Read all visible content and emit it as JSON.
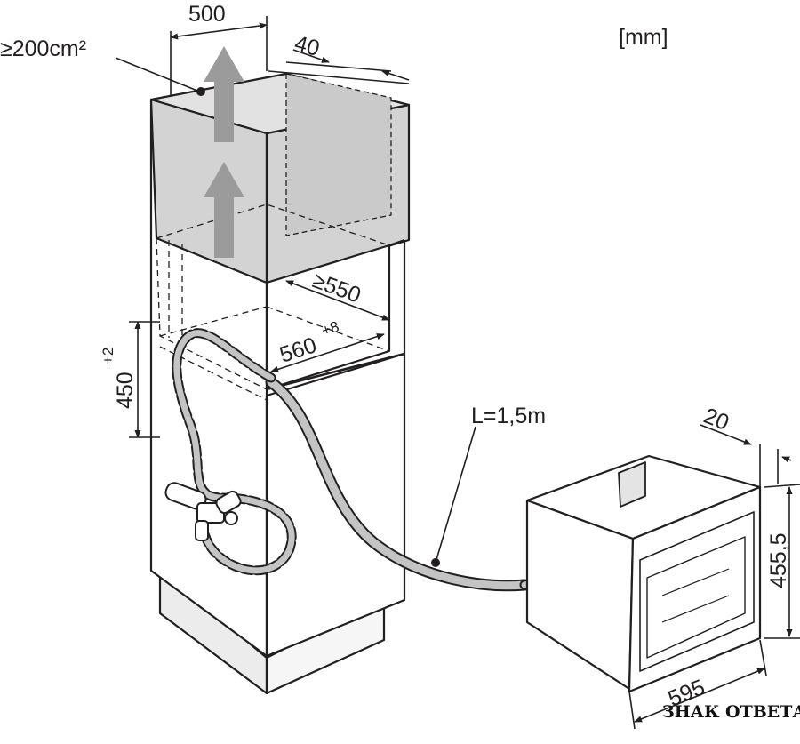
{
  "units": "[mm]",
  "dimensions": {
    "top_width": "500",
    "vent_area": "≥200cm²",
    "top_gap": "40",
    "niche_depth": "≥550",
    "niche_width": "560",
    "niche_width_tol": "+8",
    "niche_height": "450",
    "niche_height_tol": "+2",
    "hose_length": "L=1,5m",
    "front_offset": "20",
    "appliance_height": "455,5",
    "appliance_width": "595"
  },
  "watermark": "ЗНАК ОТВЕТА",
  "colors": {
    "line": "#231f20",
    "cabinet_fill": "#d3d3d3",
    "plinth_fill": "#ececec",
    "hose": "#b5b5b5",
    "arrow": "#9b9b9b"
  }
}
